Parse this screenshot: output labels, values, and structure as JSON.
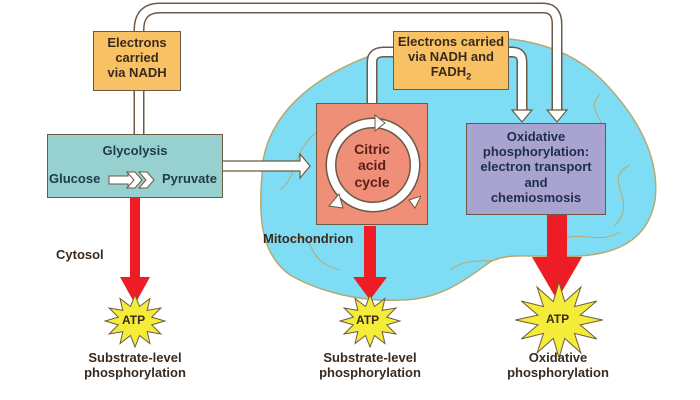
{
  "colors": {
    "mitochondrion_fill": "#7fdcf5",
    "mitochondrion_stroke": "#b9a86e",
    "glycolysis_fill": "#96d0cf",
    "citric_fill": "#ef8f78",
    "oxidative_fill": "#a9a3d2",
    "electron_box_fill": "#f8c264",
    "atp_arrow": "#ee1c25",
    "atp_burst": "#f5ec3a",
    "text_dark": "#3a2a1e",
    "text_navy": "#1f3a4a"
  },
  "boxes": {
    "electrons_nadh": {
      "lines": [
        "Electrons",
        "carried",
        "via NADH"
      ]
    },
    "electrons_nadh_fadh2": {
      "line1": "Electrons carried",
      "line2": "via NADH and",
      "line3_main": "FADH",
      "line3_sub": "2"
    },
    "glycolysis": {
      "title": "Glycolysis",
      "from": "Glucose",
      "to": "Pyruvate"
    },
    "citric_acid_cycle": {
      "lines": [
        "Citric",
        "acid",
        "cycle"
      ]
    },
    "oxidative": {
      "lines": [
        "Oxidative",
        "phosphorylation:",
        "electron transport",
        "and",
        "chemiosmosis"
      ]
    }
  },
  "regions": {
    "cytosol": "Cytosol",
    "mitochondrion": "Mitochondrion"
  },
  "atp": {
    "label": "ATP",
    "outputs": [
      {
        "caption_line1": "Substrate-level",
        "caption_line2": "phosphorylation"
      },
      {
        "caption_line1": "Substrate-level",
        "caption_line2": "phosphorylation"
      },
      {
        "caption_line1": "Oxidative",
        "caption_line2": "phosphorylation"
      }
    ]
  }
}
